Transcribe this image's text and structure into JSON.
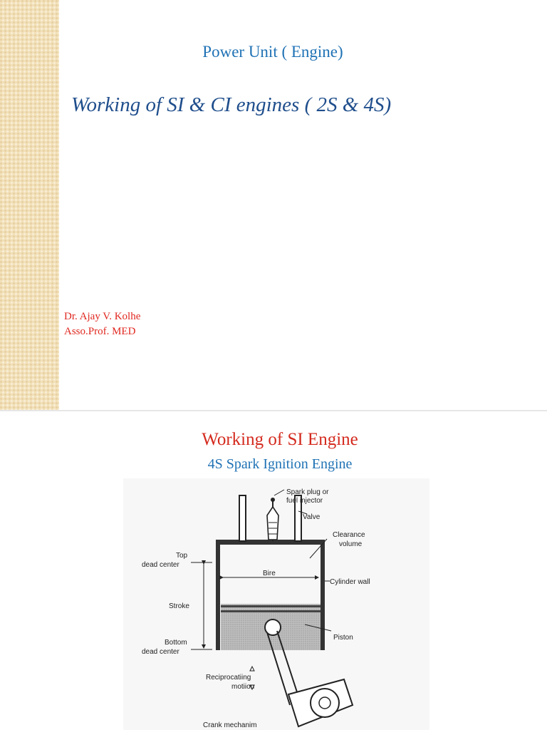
{
  "slide1": {
    "title": "Power Unit ( Engine)",
    "subtitle": "Working of SI & CI engines ( 2S & 4S)",
    "author_name": "Dr. Ajay V. Kolhe",
    "author_title": "Asso.Prof. MED"
  },
  "slide2": {
    "title": "Working of SI Engine",
    "subtitle": "4S Spark Ignition Engine",
    "diagram": {
      "spark_plug_1": "Spark plug or",
      "spark_plug_2": "fuel injector",
      "valve": "Valve",
      "clearance_1": "Clearance",
      "clearance_2": "volume",
      "tdc_1": "Top",
      "tdc_2": "dead center",
      "bore": "Bire",
      "cylinder_wall": "Cylinder wall",
      "stroke": "Stroke",
      "piston": "Piston",
      "bdc_1": "Bottom",
      "bdc_2": "dead center",
      "reciprocating_1": "Reciprocatiing",
      "reciprocating_2": "motiion",
      "crank": "Crank mechanim"
    }
  },
  "colors": {
    "band": "#f2e0b8",
    "blue_title": "#1f72b5",
    "dark_blue": "#1f4e8c",
    "red": "#e0271f"
  }
}
